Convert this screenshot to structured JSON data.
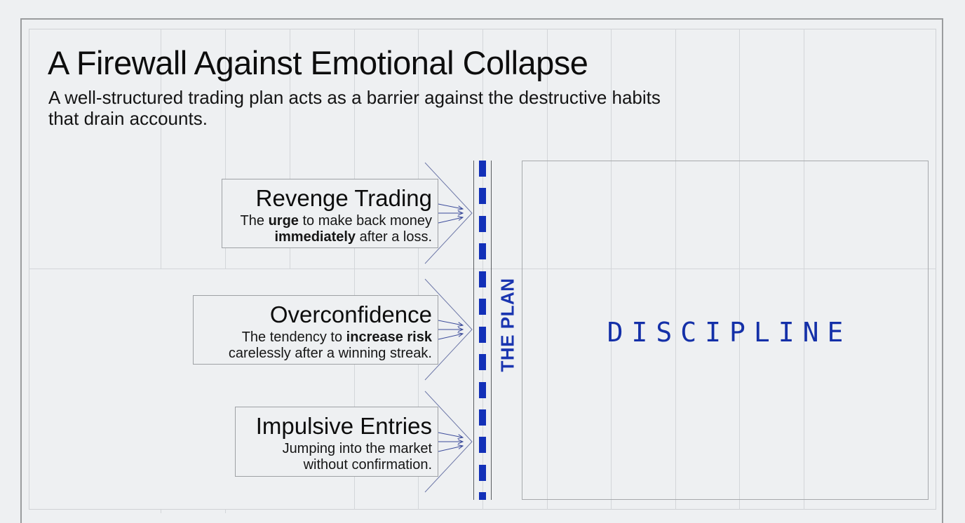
{
  "header": {
    "title": "A Firewall Against Emotional Collapse",
    "subtitle": "A well-structured trading plan acts as a barrier against the destructive habits that drain accounts."
  },
  "habits": [
    {
      "title": "Revenge Trading",
      "desc_line1_pre": "The ",
      "desc_line1_bold": "urge",
      "desc_line1_post": " to make back money",
      "desc_line2_bold": "immediately",
      "desc_line2_post": " after a loss."
    },
    {
      "title": "Overconfidence",
      "desc_line1_pre": "The tendency to ",
      "desc_line1_bold": "increase risk",
      "desc_line1_post": "",
      "desc_line2_bold": "",
      "desc_line2_post": "carelessly after a winning streak."
    },
    {
      "title": "Impulsive Entries",
      "desc_line1_pre": "Jumping into the market",
      "desc_line1_bold": "",
      "desc_line1_post": "",
      "desc_line2_bold": "",
      "desc_line2_post": "without confirmation."
    }
  ],
  "barrier": {
    "label": "THE PLAN",
    "icon": "dashed-barrier-line"
  },
  "protected_zone": {
    "label": "DISCIPLINE"
  },
  "colors": {
    "background": "#eef0f2",
    "accent_blue": "#1230b8",
    "label_blue": "#1a35b0",
    "text": "#0d0d0d",
    "grid": "#d3d6d9"
  }
}
